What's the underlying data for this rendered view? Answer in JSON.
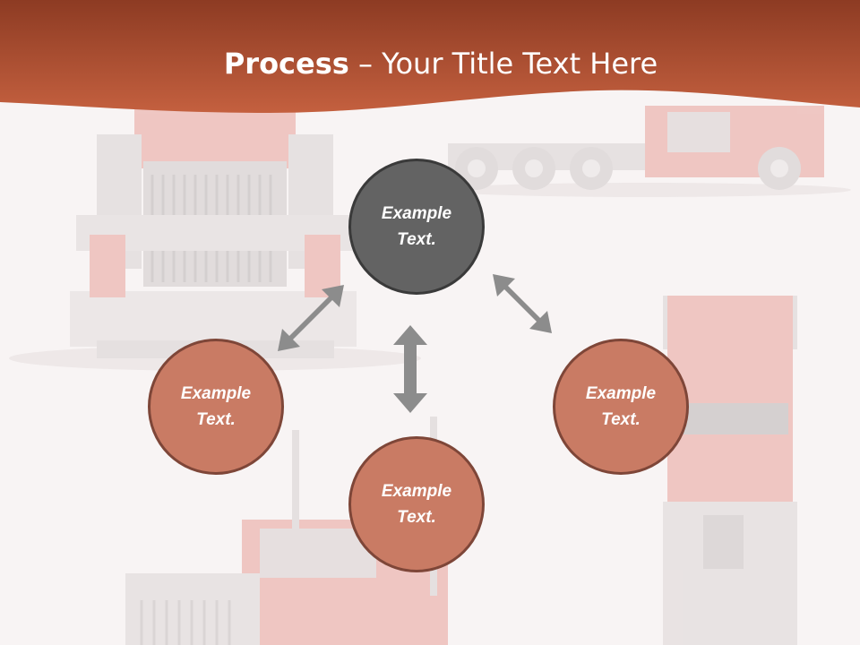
{
  "slide": {
    "title_bold": "Process",
    "title_rest": " – Your Title Text Here"
  },
  "process": {
    "nodes": [
      {
        "label": "Example Text."
      },
      {
        "label": "Example Text."
      },
      {
        "label": "Example Text."
      },
      {
        "label": "Example Text."
      }
    ]
  },
  "colors": {
    "header": "#b5563a",
    "node_dark": "#636363",
    "node_accent": "#c97b64",
    "arrow": "#8c8c8c"
  }
}
